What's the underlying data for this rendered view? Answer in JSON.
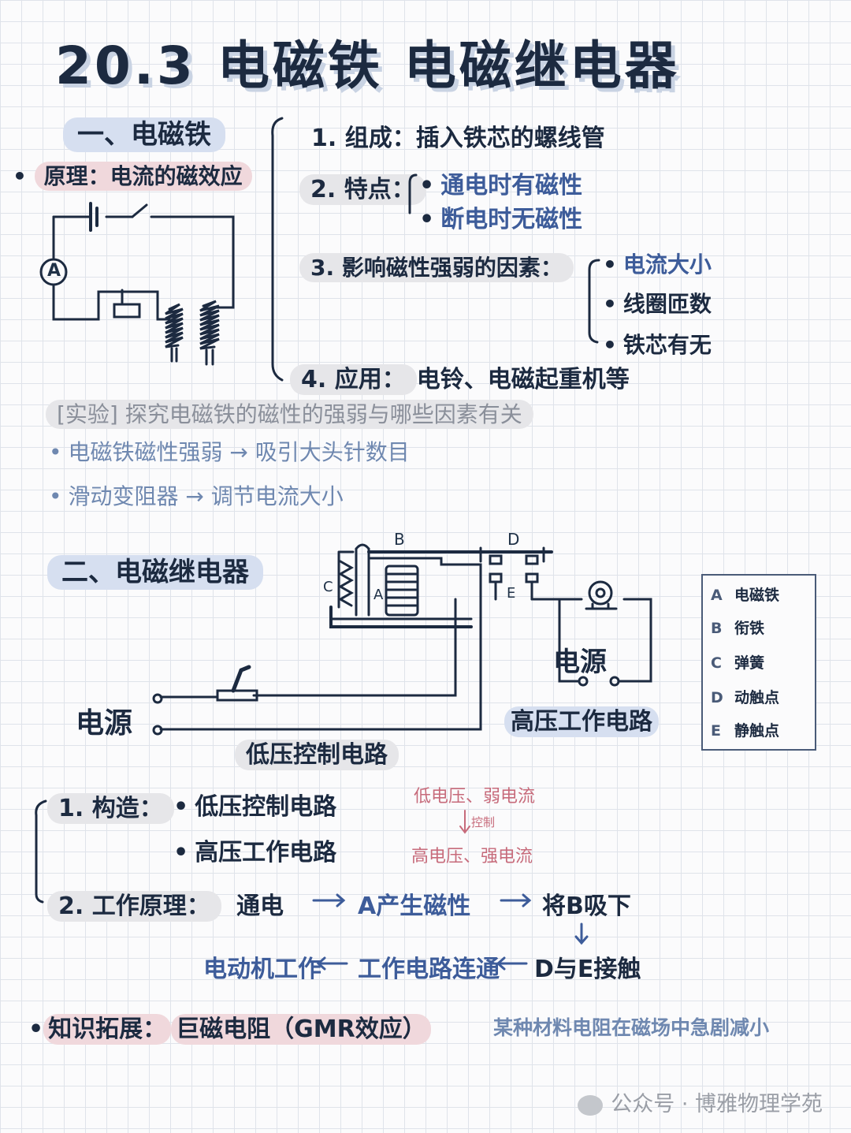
{
  "title": "20.3 电磁铁 电磁继电器",
  "section1": {
    "heading": "一、电磁铁",
    "principle": "原理：电流的磁效应",
    "items": [
      {
        "label": "1. 组成：",
        "text": "插入铁芯的螺线管"
      },
      {
        "label": "2. 特点：",
        "subitems": [
          "通电时有磁性",
          "断电时无磁性"
        ]
      },
      {
        "label": "3. 影响磁性强弱的因素：",
        "subitems": [
          "电流大小",
          "线圈匝数",
          "铁芯有无"
        ]
      },
      {
        "label": "4. 应用：",
        "text": "电铃、电磁起重机等"
      }
    ],
    "circuit_meter": "A"
  },
  "experiment": {
    "title": "[实验] 探究电磁铁的磁性的强弱与哪些因素有关",
    "points": [
      "电磁铁磁性强弱 → 吸引大头针数目",
      "滑动变阻器 → 调节电流大小"
    ]
  },
  "section2": {
    "heading": "二、电磁继电器",
    "diagram": {
      "labels": {
        "A": "A",
        "B": "B",
        "C": "C",
        "D": "D",
        "E": "E"
      },
      "source_left": "电源",
      "source_right": "电源",
      "low_circuit": "低压控制电路",
      "high_circuit": "高压工作电路"
    },
    "legend": [
      {
        "key": "A",
        "value": "电磁铁"
      },
      {
        "key": "B",
        "value": "衔铁"
      },
      {
        "key": "C",
        "value": "弹簧"
      },
      {
        "key": "D",
        "value": "动触点"
      },
      {
        "key": "E",
        "value": "静触点"
      }
    ],
    "structure": {
      "label": "1. 构造：",
      "items": [
        "低压控制电路",
        "高压工作电路"
      ]
    },
    "note": {
      "top": "低电压、弱电流",
      "middle": "控制",
      "bottom": "高电压、强电流"
    },
    "principle": {
      "label": "2. 工作原理：",
      "row1": [
        "通电",
        "A产生磁性",
        "将B吸下"
      ],
      "row2": [
        "电动机工作",
        "工作电路连通",
        "D与E接触"
      ]
    }
  },
  "extension": {
    "label": "知识拓展：",
    "term": "巨磁电阻（GMR效应）",
    "desc": "某种材料电阻在磁场中急剧减小"
  },
  "watermark": "公众号 · 博雅物理学苑"
}
